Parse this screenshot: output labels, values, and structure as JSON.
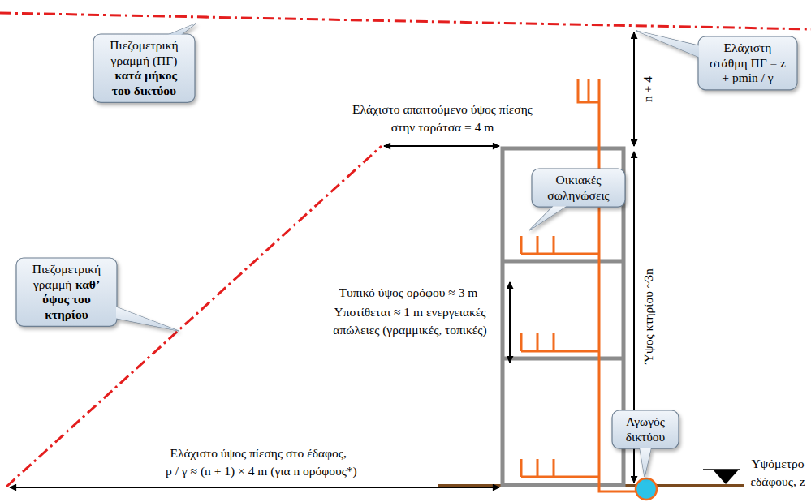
{
  "diagram": {
    "nodes": [
      {
        "text": [
          "Πιεζομετρική γραμμή (ΠΓ)",
          "κατά μήκος του δικτύου"
        ]
      },
      {
        "text": [
          "Ελάχιστη στάθμη ΠΓ = z + pmin / γ"
        ]
      },
      {
        "text": [
          "Οικιακές σωληνώσεις"
        ]
      },
      {
        "text": [
          "Πιεζομετρική γραμμή",
          "καθ’ ύψος του κτηρίου"
        ]
      },
      {
        "text": [
          "Αγωγός δικτύου"
        ]
      }
    ],
    "labels": [
      "n + 4",
      "Ελάχιστο απαιτούμενο ύψος πίεσης στην ταράτσα = 4 m",
      "Ύψος κτηρίου ~3n",
      "Τυπικό ύψος ορόφου ≈ 3 m",
      "Υποτίθεται ≈ 1 m ενεργειακές απώλειες (γραμμικές, τοπικές)",
      "Ελάχιστο ύψος πίεσης στο έδαφος,",
      "p / γ ≈ (n + 1) × 4 m (για n ορόφους*)",
      "Υψόμετρο εδάφους, z"
    ]
  }
}
